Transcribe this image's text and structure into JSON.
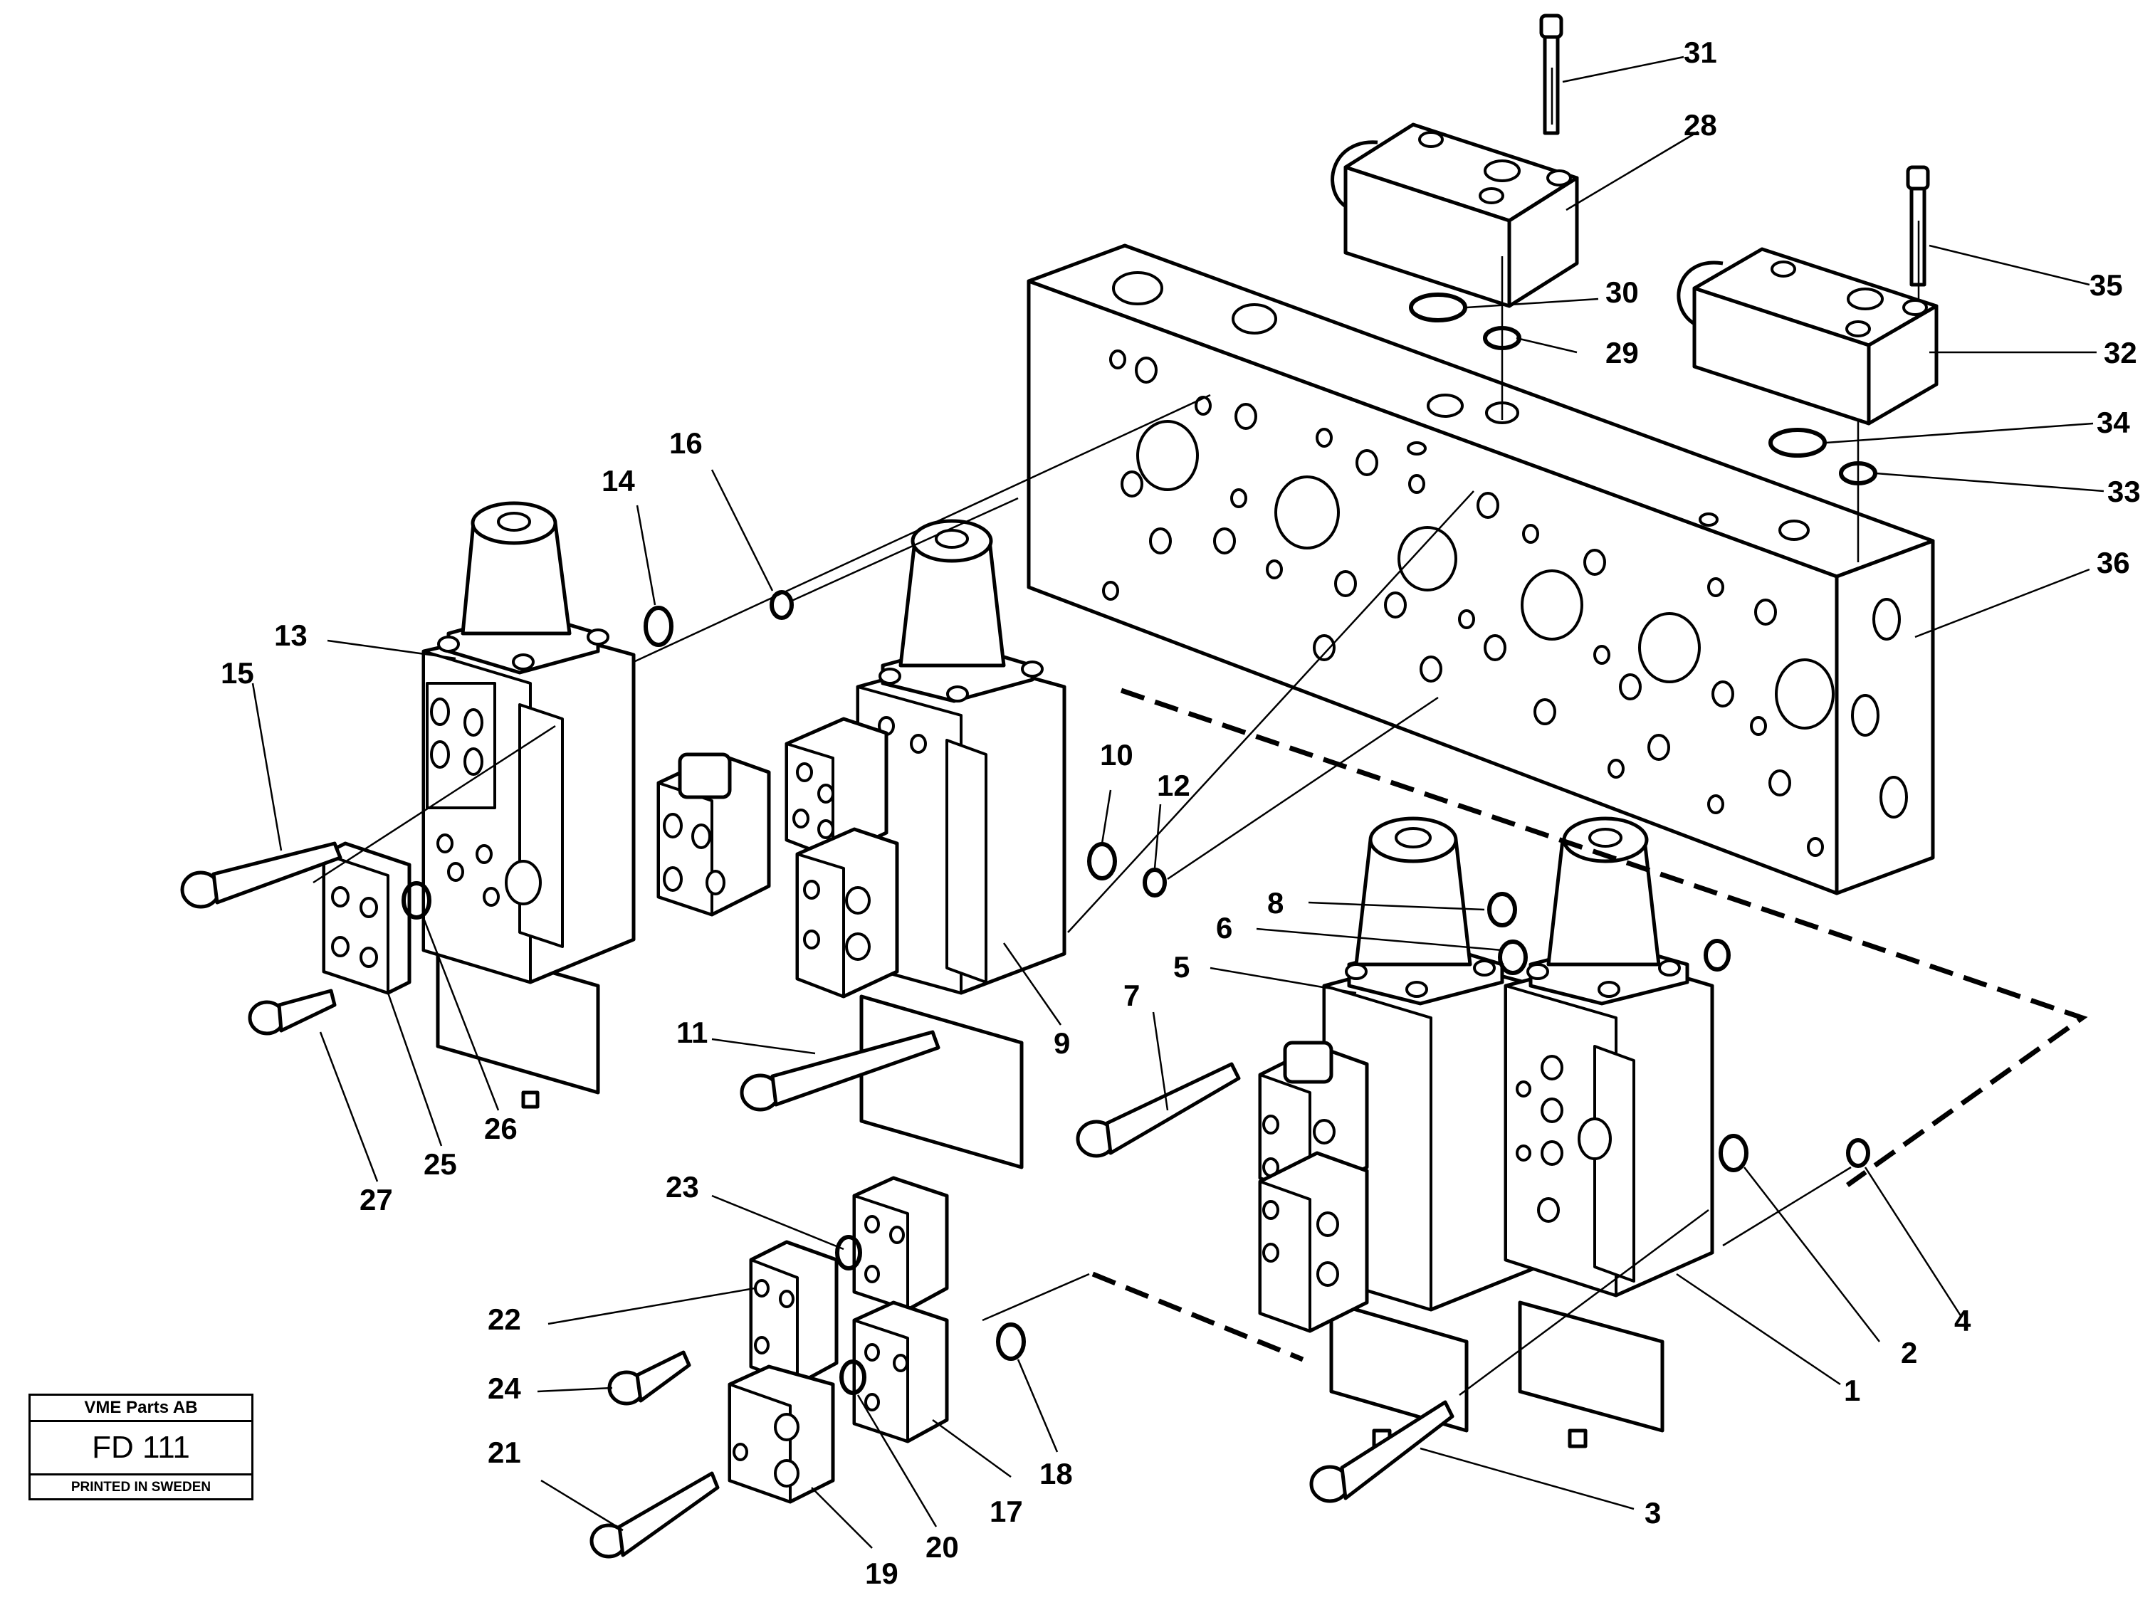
{
  "title_block": {
    "company": "VME Parts AB",
    "figure_code": "FD 111",
    "printed": "PRINTED IN SWEDEN"
  },
  "callouts": [
    "1",
    "2",
    "3",
    "4",
    "5",
    "6",
    "7",
    "8",
    "9",
    "10",
    "11",
    "12",
    "13",
    "14",
    "15",
    "16",
    "17",
    "18",
    "19",
    "20",
    "21",
    "22",
    "23",
    "24",
    "25",
    "26",
    "27",
    "28",
    "29",
    "30",
    "31",
    "32",
    "33",
    "34",
    "35",
    "36"
  ]
}
